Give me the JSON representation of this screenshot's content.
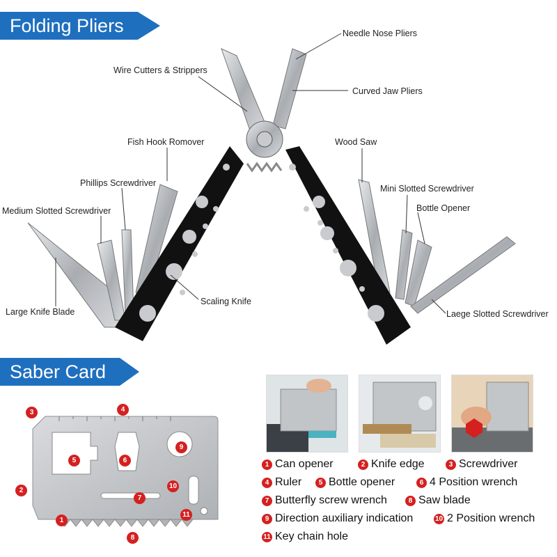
{
  "banners": {
    "folding": "Folding Pliers",
    "saber": "Saber Card"
  },
  "pliers_labels": {
    "needle_nose": "Needle Nose Pliers",
    "wire_cutters": "Wire Cutters & Strippers",
    "curved_jaw": "Curved Jaw Pliers",
    "fish_hook": "Fish Hook Romover",
    "wood_saw": "Wood Saw",
    "phillips": "Phillips Screwdriver",
    "mini_slotted": "Mini Slotted Screwdriver",
    "medium_slotted": "Medium Slotted Screwdriver",
    "bottle_opener": "Bottle Opener",
    "scaling_knife": "Scaling Knife",
    "large_knife": "Large Knife Blade",
    "large_slotted": "Laege Slotted Screwdriver"
  },
  "card_markers": [
    "1",
    "2",
    "3",
    "4",
    "5",
    "6",
    "7",
    "8",
    "9",
    "10",
    "11"
  ],
  "legend": [
    {
      "n": "1",
      "text": "Can opener"
    },
    {
      "n": "2",
      "text": "Knife edge"
    },
    {
      "n": "3",
      "text": "Screwdriver"
    },
    {
      "n": "4",
      "text": "Ruler"
    },
    {
      "n": "5",
      "text": "Bottle opener"
    },
    {
      "n": "6",
      "text": "4 Position wrench"
    },
    {
      "n": "7",
      "text": "Butterfly screw wrench"
    },
    {
      "n": "8",
      "text": "Saw blade"
    },
    {
      "n": "9",
      "text": "Direction auxiliary indication"
    },
    {
      "n": "10",
      "text": "2 Position wrench"
    },
    {
      "n": "11",
      "text": "Key chain hole"
    }
  ],
  "colors": {
    "banner": "#1f6fbf",
    "marker": "#d52020",
    "steel": "#b9bcc0",
    "handle": "#111111"
  }
}
